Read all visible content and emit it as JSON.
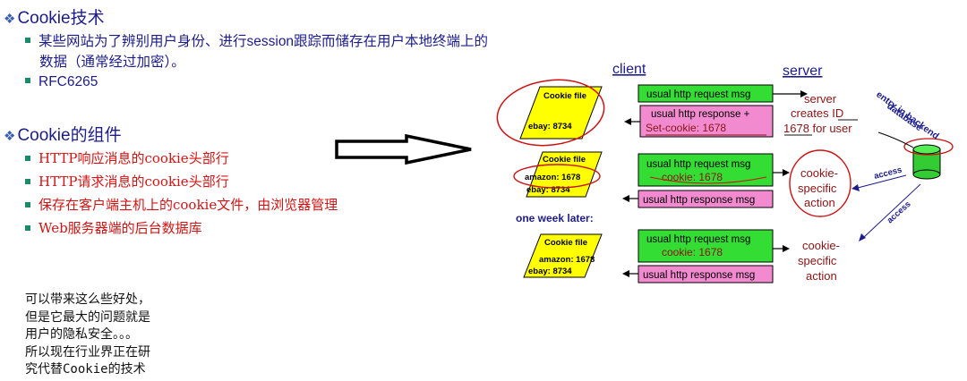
{
  "section1": {
    "title": "Cookie技术",
    "bullets": [
      "某些网站为了辨别用户身份、进行session跟踪而储存在用户本地终端上的",
      "数据（通常经过加密）。",
      "RFC6265"
    ]
  },
  "section2": {
    "title": "Cookie的组件",
    "bullets": [
      "HTTP响应消息的cookie头部行",
      "HTTP请求消息的cookie头部行",
      "保存在客户端主机上的cookie文件，由浏览器管理",
      "Web服务器端的后台数据库"
    ]
  },
  "note": [
    "可以带来这么些好处，",
    "但是它最大的问题就是",
    "用户的隐私安全。。。",
    "所以现在行业界正在研",
    "究代替Cookie的技术"
  ],
  "diagram": {
    "client_label": "client",
    "server_label": "server",
    "cookie_file_title": "Cookie file",
    "ebay": "ebay: 8734",
    "amazon": "amazon: 1678",
    "req": "usual http request msg",
    "resp_line1": "usual http response +",
    "resp_line2": "Set-cookie: 1678",
    "resp": "usual http response msg",
    "cookie_line": "cookie: 1678",
    "server_creates": [
      "server",
      "creates ID",
      "1678 for user"
    ],
    "cookie_specific": [
      "cookie-",
      "specific",
      "action"
    ],
    "one_week": "one week later:",
    "access": "access",
    "db_label_1": "entry in backend",
    "db_label_2": "database"
  },
  "colors": {
    "heading": "#1c1c8c",
    "red_text": "#d21414",
    "green_box": "#33dd33",
    "pink_box": "#f28ad0",
    "yellow_file": "#ffff00",
    "dark_red": "#8b1414"
  }
}
